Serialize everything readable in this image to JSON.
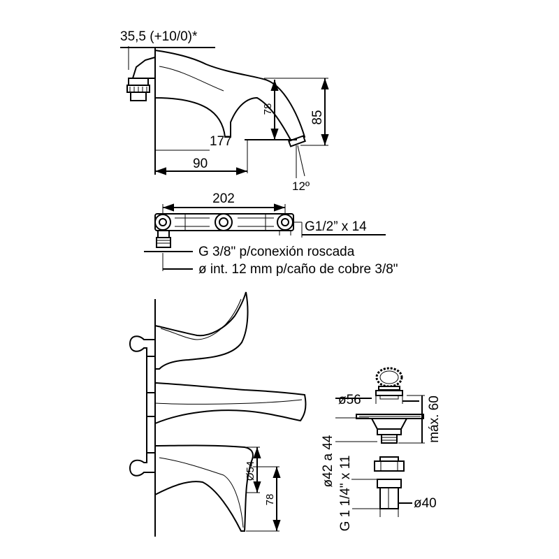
{
  "spout_view": {
    "offset_label": "35,5 (+10/0)*",
    "length_label": "177",
    "inner_height_label": "78",
    "height_label": "85",
    "reach_label": "90",
    "angle_label": "12º"
  },
  "rough_in": {
    "width_label": "202",
    "outlet_thread_label": "G1/2” x 14",
    "inlet_thread_label": "G 3/8\" p/conexión roscada",
    "pipe_label": "ø int. 12 mm p/caño de cobre 3/8\""
  },
  "front_view": {
    "flange_diameter_label": "Ø54",
    "handle_height_label": "78"
  },
  "drain": {
    "top_diameter_label": "ø56",
    "max_height_label": "máx. 60",
    "hole_range_label": "ø42 a 44",
    "thread_label": "G 1 1/4\" x 11",
    "bottom_diameter_label": "ø40"
  }
}
